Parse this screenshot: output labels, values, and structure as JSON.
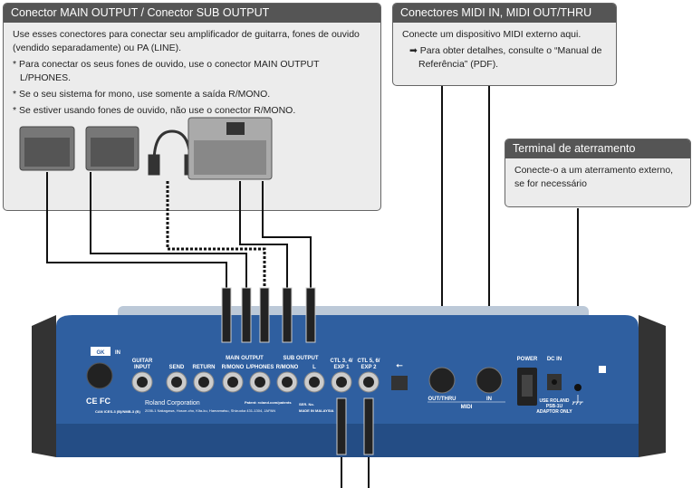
{
  "outputs_box": {
    "title": "Conector MAIN OUTPUT / Conector SUB OUTPUT",
    "text": "Use esses conectores para conectar seu amplificador de guitarra, fones de ouvido (vendido separadamente) ou PA (LINE).",
    "notes": [
      "* Para conectar os seus fones de ouvido, use o conector MAIN OUTPUT L/PHONES.",
      "* Se o seu sistema for mono, use somente a saída R/MONO.",
      "* Se estiver usando fones de ouvido, não use o conector R/MONO."
    ]
  },
  "midi_box": {
    "title": "Conectores MIDI IN, MIDI OUT/THRU",
    "text": "Conecte um dispositivo MIDI externo aqui.",
    "arrow": "➡",
    "ref": "Para obter detalhes, consulte o “Manual de Referência” (PDF)."
  },
  "ground_box": {
    "title": "Terminal de aterramento",
    "text": "Conecte-o a um aterramento externo, se for necessário"
  },
  "panel": {
    "gk": "GK",
    "gk_in": "IN",
    "guitar_input": [
      "GUITAR",
      "INPUT"
    ],
    "send": "SEND",
    "return": "RETURN",
    "main_output": "MAIN OUTPUT",
    "sub_output": "SUB OUTPUT",
    "r_mono": "R/MONO",
    "l_phones": "L/PHONES",
    "l": "L",
    "ctl34": [
      "CTL 3, 4/",
      "EXP 1"
    ],
    "ctl56": [
      "CTL 5, 6/",
      "EXP 2"
    ],
    "out_thru": "OUT/THRU",
    "in": "IN",
    "midi": "MIDI",
    "power": "POWER",
    "dc_in": "DC IN",
    "adaptor": [
      "USE ROLAND",
      "PSB-1U",
      "ADAPTOR ONLY"
    ],
    "company": "Roland Corporation",
    "address": "2036-1 Nakagawa, Hosoe-cho, Kita-ku, Hamamatsu, Shizuoka 431-1304, JAPAN",
    "patent": "Patent: roland.com/patents",
    "made_in": "MADE IN MALAYSIA",
    "ser": "SER. No.",
    "can": "CAN ICES-3 (B)/NMB-3 (B)",
    "certs": "CE FC"
  },
  "colors": {
    "panel": "#2f5fa0",
    "header": "#555555",
    "box": "#ececec"
  }
}
